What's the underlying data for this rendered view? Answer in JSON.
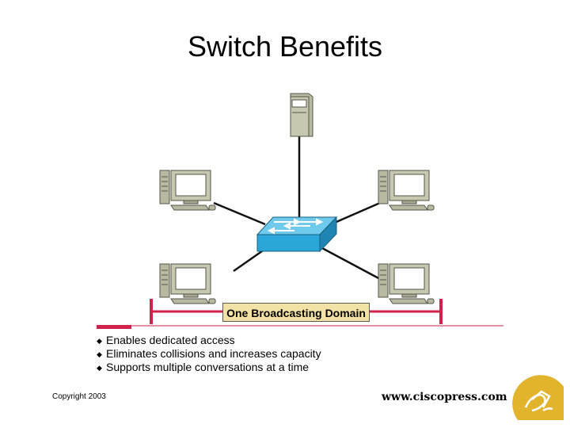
{
  "slide": {
    "title": "Switch Benefits",
    "domain_label": "One Broadcasting Domain",
    "bullets": [
      "Enables dedicated access",
      "Eliminates collisions and increases capacity",
      "Supports multiple conversations at a time"
    ],
    "copyright": "Copyright 2003",
    "website": "www.ciscopress.com"
  },
  "colors": {
    "accent_red": "#d0224a",
    "switch_blue": "#2aa7d8",
    "logo_gold": "#e2b32d",
    "label_fill": "#f3e2a6"
  },
  "icons": [
    "server-icon",
    "workstation-icon",
    "switch-icon",
    "press-logo-icon"
  ]
}
